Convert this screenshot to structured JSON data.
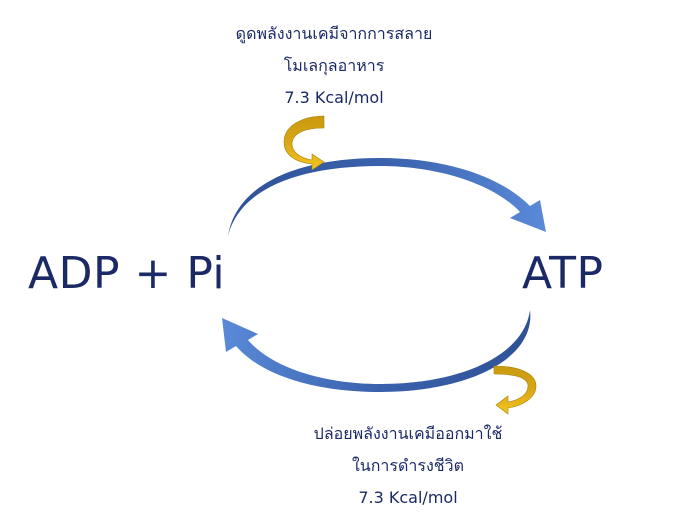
{
  "diagram": {
    "left_label": "ADP + Pi",
    "right_label": "ATP",
    "top_caption": {
      "line1": "ดูดพลังงานเคมีจากการสลาย",
      "line2": "โมเลกุลอาหาร",
      "line3": "7.3 Kcal/mol"
    },
    "bottom_caption": {
      "line1": "ปล่อยพลังงานเคมีออกมาใช้",
      "line2": "ในการดำรงชีวิต",
      "line3": "7.3 Kcal/mol"
    },
    "colors": {
      "arrow_blue_light": "#4f7fd0",
      "arrow_blue_dark": "#2f5196",
      "arrow_gold_light": "#f2c21a",
      "arrow_gold_dark": "#b88d0f",
      "text": "#1b2a66"
    }
  }
}
